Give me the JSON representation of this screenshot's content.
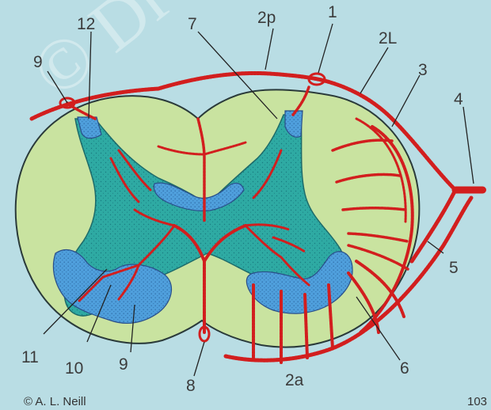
{
  "colors": {
    "background": "#b9dde4",
    "white_matter": "#c9e3a0",
    "grey_matter": "#2eaaa3",
    "stipple_zone": "#4f9fdc",
    "vessel": "#d21e1e",
    "label_text": "#3b3b3b",
    "leader_line": "#222222"
  },
  "labels": {
    "l1": "1",
    "l2p": "2p",
    "l2L": "2L",
    "l2a": "2a",
    "l3": "3",
    "l4": "4",
    "l5": "5",
    "l6": "6",
    "l7": "7",
    "l8": "8",
    "l9_top": "9",
    "l9_bottom": "9",
    "l10": "10",
    "l11": "11",
    "l12": "12"
  },
  "watermark": "© Dr A",
  "credit": "© A. L. Neill",
  "page_number": "103"
}
